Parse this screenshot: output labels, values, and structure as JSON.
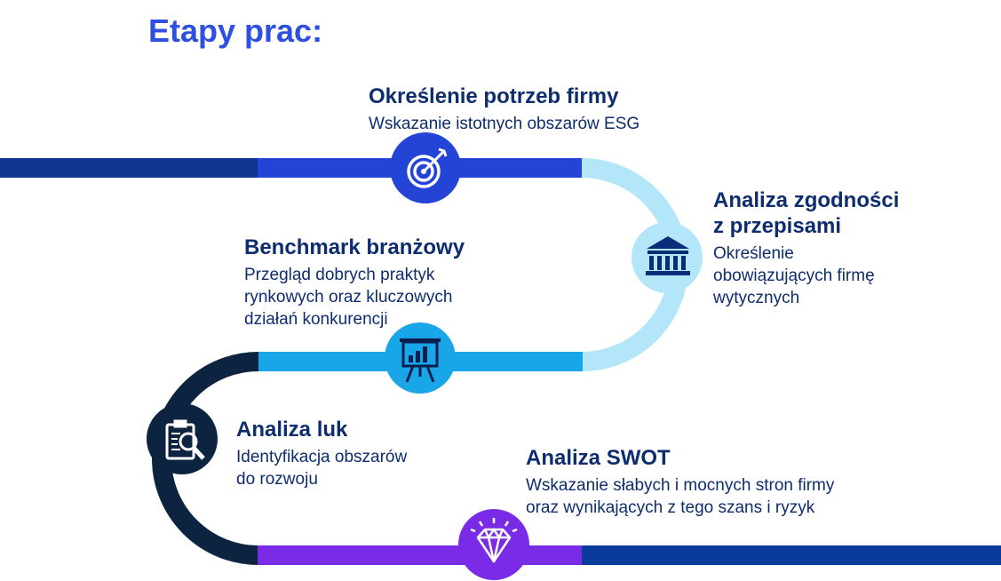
{
  "title": "Etapy prac:",
  "steps": [
    {
      "heading": "Określenie potrzeb firmy",
      "description": "Wskazanie istotnych obszarów ESG",
      "icon": "target-icon",
      "color": "#2444d8"
    },
    {
      "heading_line1": "Analiza zgodności",
      "heading_line2": "z przepisami",
      "description_line1": "Określenie",
      "description_line2": "obowiązujących firmę",
      "description_line3": "wytycznych",
      "icon": "bank-building-icon",
      "color": "#b3e6f8"
    },
    {
      "heading": "Benchmark branżowy",
      "description_line1": "Przegląd dobrych praktyk",
      "description_line2": "rynkowych oraz kluczowych",
      "description_line3": "działań konkurencji",
      "icon": "presentation-chart-icon",
      "color": "#18a6e8"
    },
    {
      "heading": "Analiza luk",
      "description_line1": "Identyfikacja obszarów",
      "description_line2": "do rozwoju",
      "icon": "magnifier-clipboard-icon",
      "color": "#0d2440"
    },
    {
      "heading": "Analiza SWOT",
      "description_line1": "Wskazanie słabych i mocnych stron firmy",
      "description_line2": "oraz wynikających z tego szans i ryzyk",
      "icon": "diamond-icon",
      "color": "#7a2be6"
    }
  ],
  "colors": {
    "title": "#2f4fe0",
    "text": "#0e2d6e",
    "path_start": "#0f3591",
    "path_end": "#0a3a9a"
  }
}
